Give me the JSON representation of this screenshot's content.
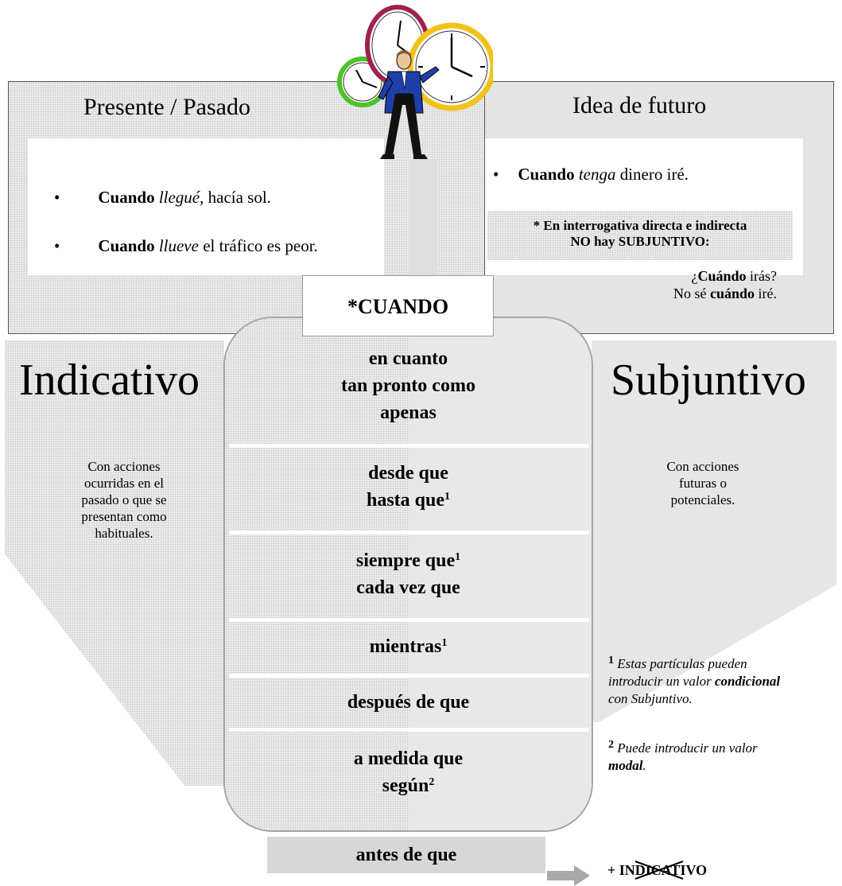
{
  "top_left": {
    "title": "Presente  /  Pasado",
    "examples": [
      {
        "conj": "Cuando",
        "verb": "llegué",
        "rest": ", hacía sol."
      },
      {
        "conj": "Cuando",
        "verb": "llueve",
        "rest": " el tráfico es peor."
      }
    ]
  },
  "top_right": {
    "title": "Idea de futuro",
    "example": {
      "conj": "Cuando",
      "verb": "tenga",
      "rest": " dinero iré."
    },
    "note_line1": "* En interrogativa directa e indirecta",
    "note_line2": "NO  hay  SUBJUNTIVO:",
    "q1_pre": "¿",
    "q1_bold": "Cuándo",
    "q1_post": " irás?",
    "q2_pre": "No sé ",
    "q2_bold": "cuándo",
    "q2_post": " iré."
  },
  "center_title": "*CUANDO",
  "indicativo": {
    "label": "Indicativo",
    "desc": [
      "Con acciones",
      "ocurridas en el",
      "pasado o que se",
      "presentan como",
      "habituales."
    ]
  },
  "subjuntivo": {
    "label": "Subjuntivo",
    "desc": [
      "Con acciones",
      "futuras o",
      "potenciales."
    ]
  },
  "groups": [
    {
      "lines": [
        {
          "text": "en cuanto",
          "sup": ""
        },
        {
          "text": "tan pronto como",
          "sup": ""
        },
        {
          "text": "apenas",
          "sup": ""
        }
      ]
    },
    {
      "lines": [
        {
          "text": "desde que",
          "sup": ""
        },
        {
          "text": "hasta que",
          "sup": "1"
        }
      ]
    },
    {
      "lines": [
        {
          "text": "siempre que",
          "sup": "1"
        },
        {
          "text": "cada vez que",
          "sup": ""
        }
      ]
    },
    {
      "lines": [
        {
          "text": "mientras",
          "sup": "1"
        }
      ]
    },
    {
      "lines": [
        {
          "text": "después de que",
          "sup": ""
        }
      ]
    },
    {
      "lines": [
        {
          "text": "a medida que",
          "sup": ""
        },
        {
          "text": "según",
          "sup": "2"
        }
      ]
    }
  ],
  "antes_de_que": "antes de que",
  "footnote1": {
    "num": "1",
    "pre": "Estas  partículas pueden",
    "line2_pre": "introducir un valor ",
    "line2_bold": "condicional",
    "line3": "con Subjuntivo."
  },
  "footnote2": {
    "num": "2",
    "pre": "Puede introducir un  valor",
    "line2_bold": "modal",
    "line2_post": "."
  },
  "arrow_result": {
    "plus": "+ ",
    "word": "INDICATIVO"
  },
  "colors": {
    "green": "#4cc22a",
    "magenta": "#a02050",
    "yellow": "#f2c21a",
    "suit": "#1f3fa8",
    "gray": "#e6e6e6"
  }
}
